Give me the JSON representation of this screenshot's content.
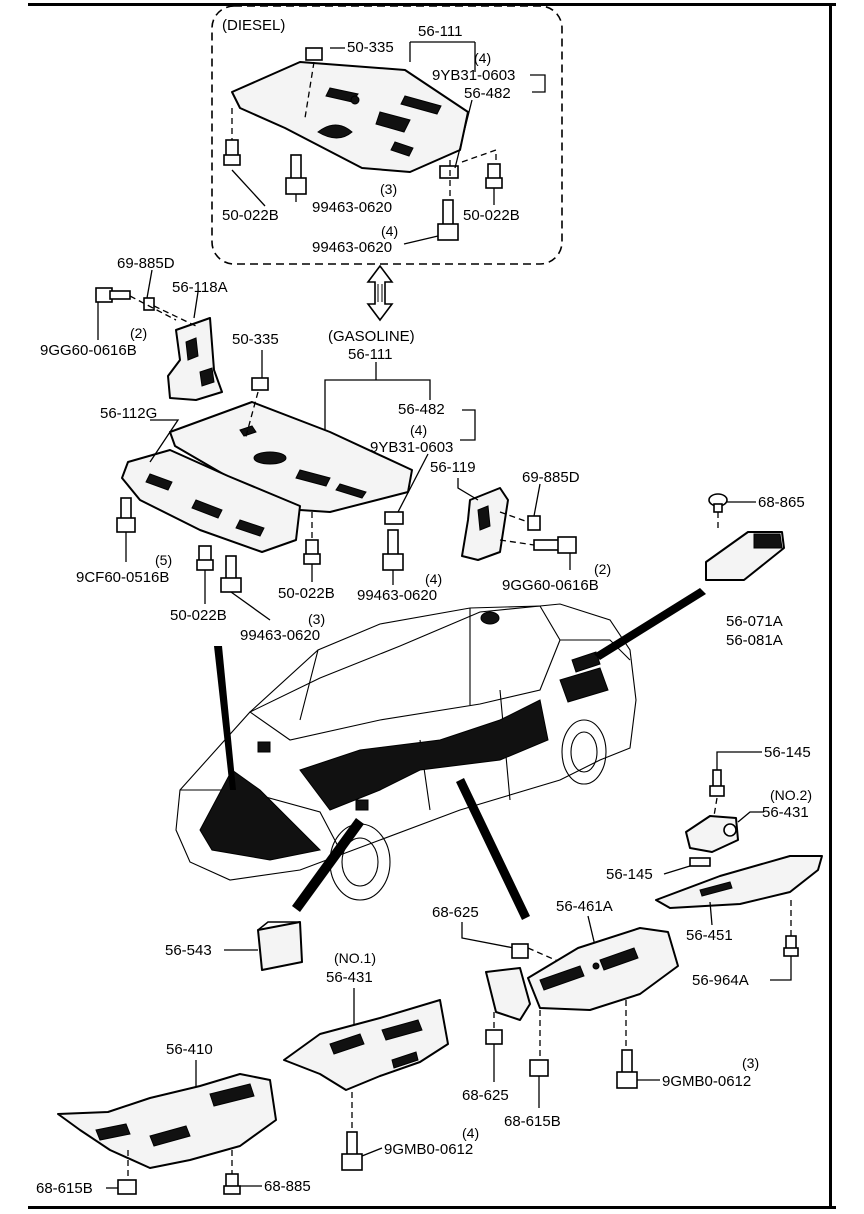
{
  "diagram": {
    "group_labels": {
      "diesel": "(DIESEL)",
      "gasoline": "(GASOLINE)"
    },
    "callouts": {
      "d_50_335": "50-335",
      "d_56_111": "56-111",
      "d_q4a": "(4)",
      "d_9yb31": "9YB31-0603",
      "d_56_482": "56-482",
      "d_50_022b_l": "50-022B",
      "d_q3": "(3)",
      "d_99463_a": "99463-0620",
      "d_50_022b_r": "50-022B",
      "d_q4b": "(4)",
      "d_99463_b": "99463-0620",
      "g_69_885d": "69-885D",
      "g_56_118a": "56-118A",
      "g_q2a": "(2)",
      "g_9gg60_a": "9GG60-0616B",
      "g_50_335": "50-335",
      "g_56_111": "56-111",
      "g_56_482": "56-482",
      "g_q4a": "(4)",
      "g_9yb31": "9YB31-0603",
      "g_56_112g": "56-112G",
      "g_56_119": "56-119",
      "g_69_885d_r": "69-885D",
      "g_68_865": "68-865",
      "g_q5": "(5)",
      "g_9cf60": "9CF60-0516B",
      "g_50_022b_c": "50-022B",
      "g_50_022b_l": "50-022B",
      "g_q3": "(3)",
      "g_99463_l": "99463-0620",
      "g_q4b": "(4)",
      "g_99463_c": "99463-0620",
      "g_q2b": "(2)",
      "g_9gg60_b": "9GG60-0616B",
      "g_56_071a": "56-071A",
      "g_56_081a": "56-081A",
      "b_56_145_t": "56-145",
      "b_no2": "(NO.2)",
      "b_56_431_r": "56-431",
      "b_56_145_m": "56-145",
      "b_68_625_t": "68-625",
      "b_56_461a": "56-461A",
      "b_56_451": "56-451",
      "b_56_543": "56-543",
      "b_no1": "(NO.1)",
      "b_56_431_l": "56-431",
      "b_56_964a": "56-964A",
      "b_56_410": "56-410",
      "b_68_625_b": "68-625",
      "b_q3": "(3)",
      "b_9gmb0_r": "9GMB0-0612",
      "b_68_615b_r": "68-615B",
      "b_q4": "(4)",
      "b_9gmb0_l": "9GMB0-0612",
      "b_68_615b_l": "68-615B",
      "b_68_885": "68-885"
    }
  }
}
